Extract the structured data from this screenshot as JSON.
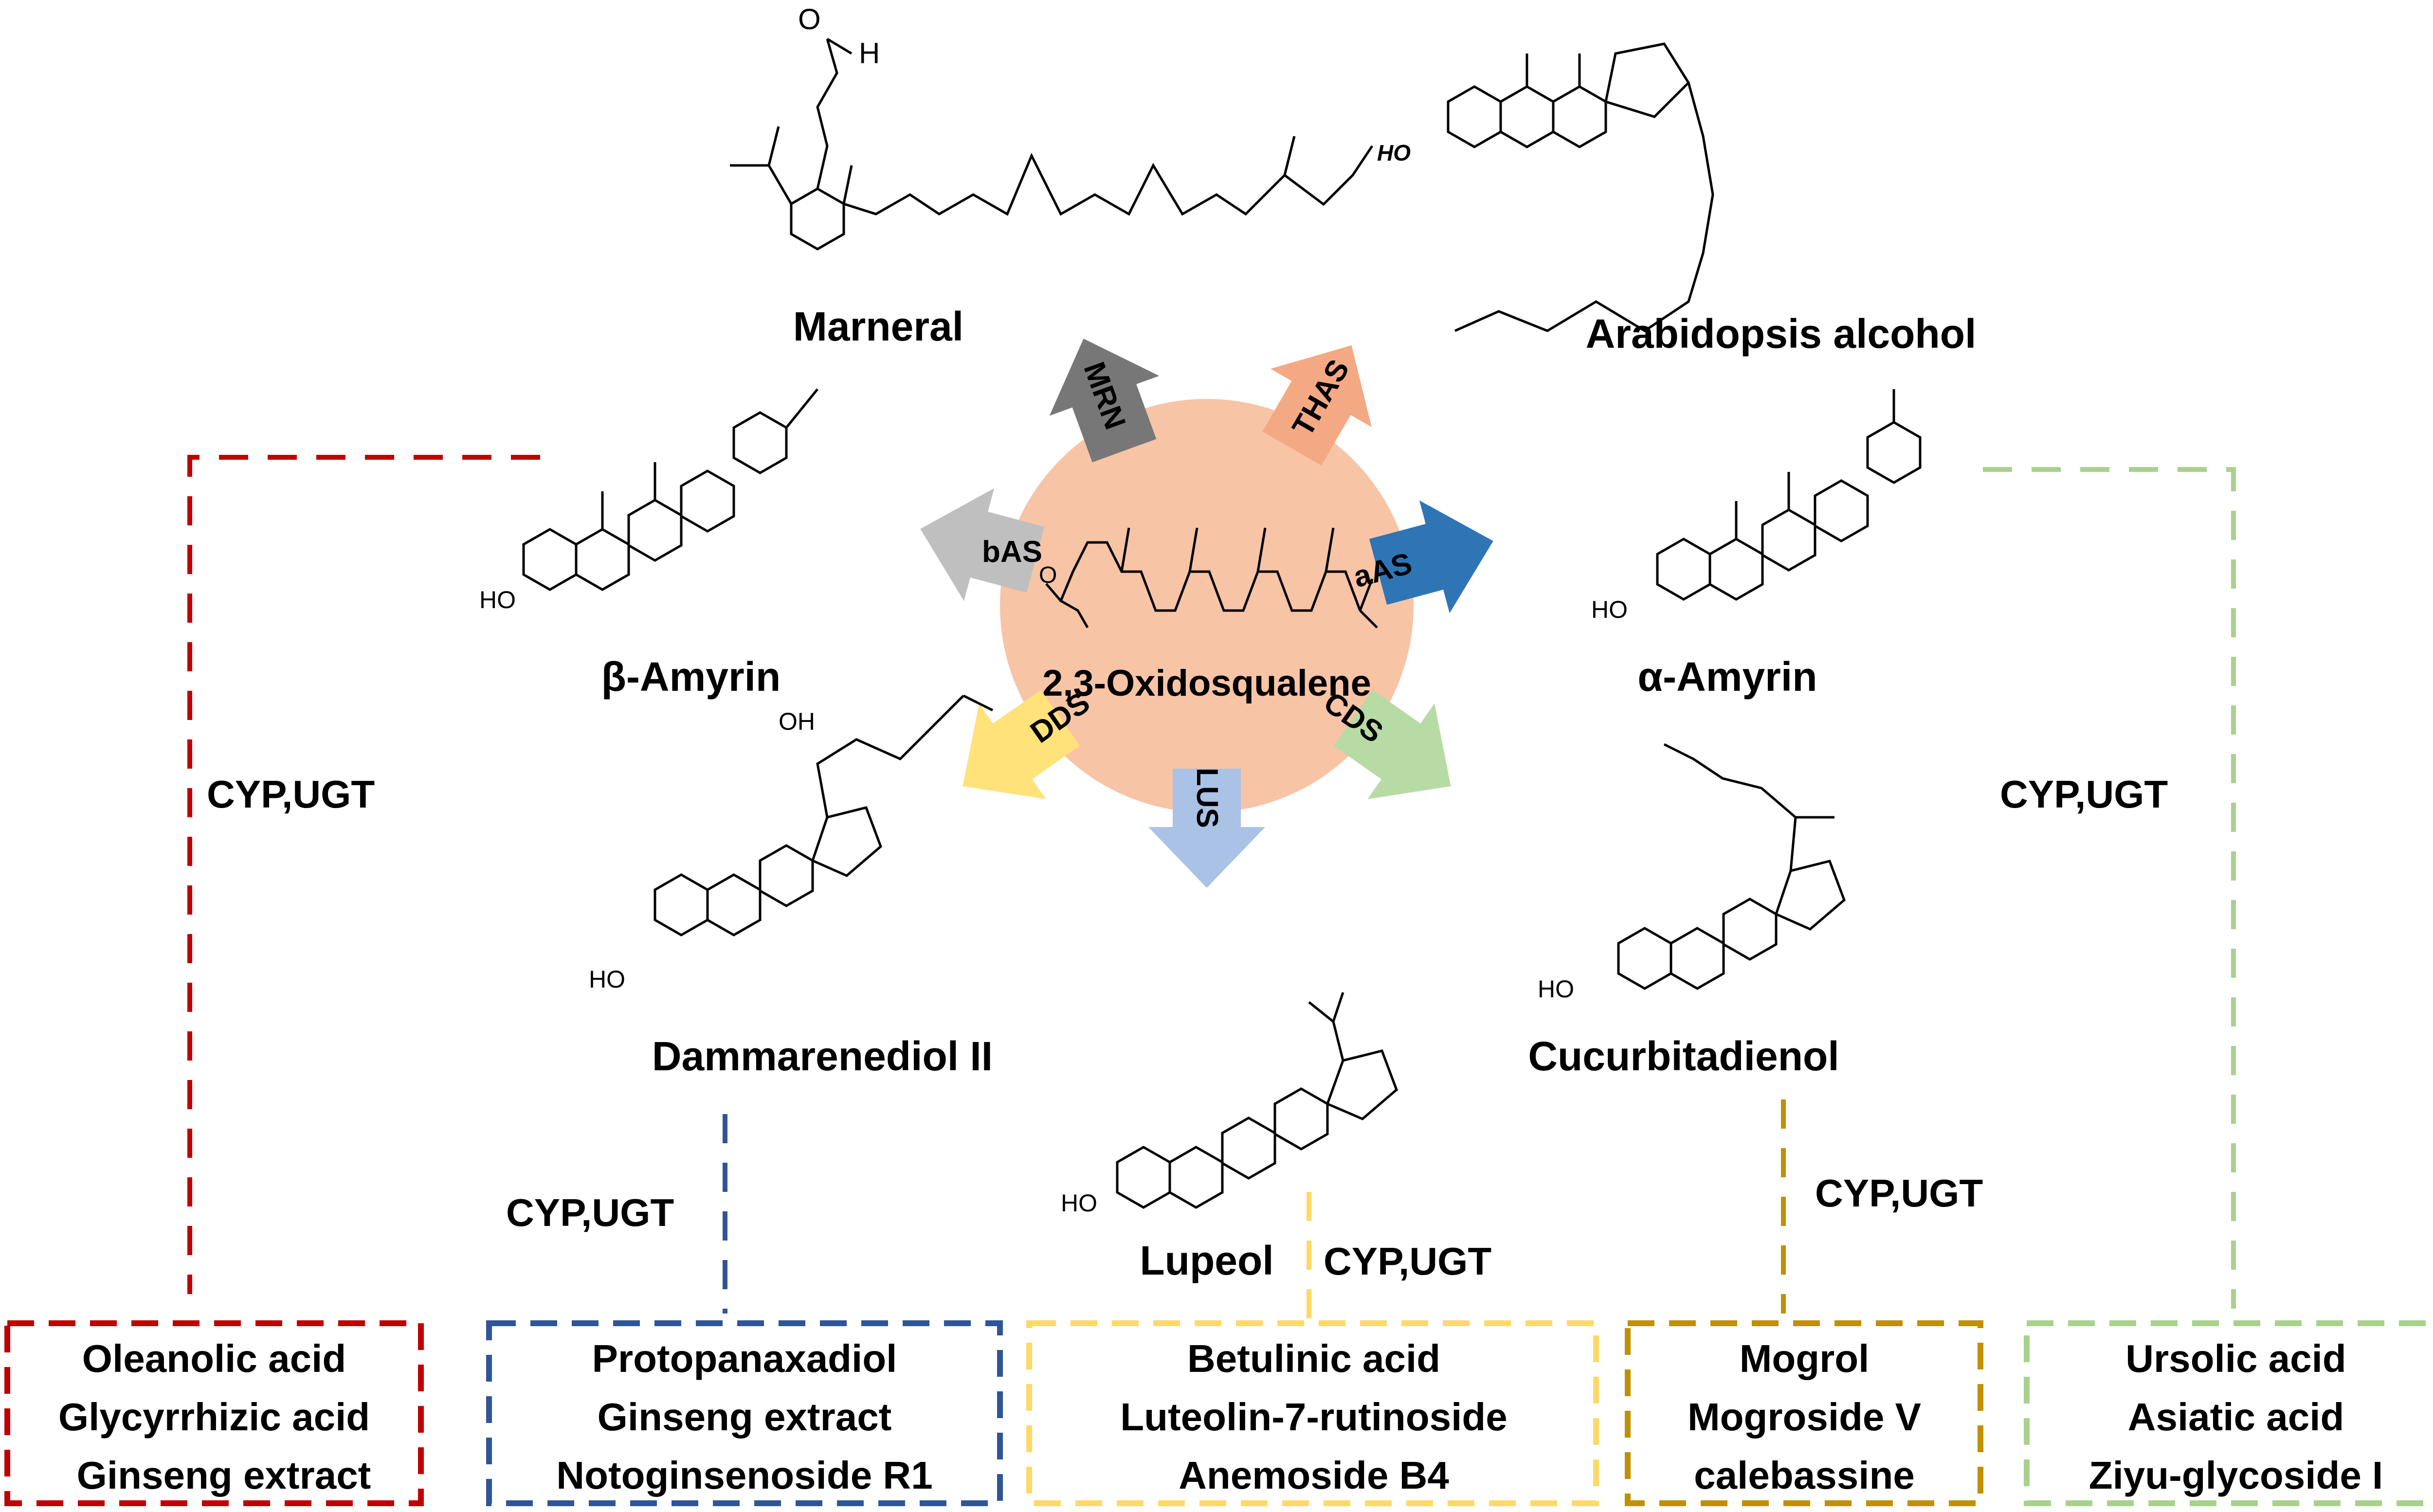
{
  "center": {
    "label": "2,3-Oxidosqualene",
    "color": "#f7c4a6"
  },
  "enzymes": [
    {
      "id": "mrn",
      "label": "MRN",
      "color": "#777777"
    },
    {
      "id": "thas",
      "label": "THAS",
      "color": "#f4a985"
    },
    {
      "id": "bas",
      "label": "bAS",
      "color": "#bfbfbf"
    },
    {
      "id": "aas",
      "label": "aAS",
      "color": "#2e75b6"
    },
    {
      "id": "dds",
      "label": "DDS",
      "color": "#ffe27a"
    },
    {
      "id": "cds",
      "label": "CDS",
      "color": "#b7dba4"
    },
    {
      "id": "lus",
      "label": "LUS",
      "color": "#a9c2e6"
    }
  ],
  "compounds": {
    "marneral": "Marneral",
    "arabidopsis_alcohol": "Arabidopsis alcohol",
    "beta_amyrin": "β-Amyrin",
    "alpha_amyrin": "α-Amyrin",
    "dammarenediol": "Dammarenediol II",
    "cucurbitadienol": "Cucurbitadienol",
    "lupeol": "Lupeol"
  },
  "atoms": {
    "ho": "HO",
    "oh": "OH",
    "o": "O",
    "h": "H"
  },
  "cyp_label": "CYP,UGT",
  "product_boxes": [
    {
      "id": "red",
      "color": "#c00000",
      "items": [
        "Oleanolic acid",
        "Glycyrrhizic acid",
        "Ginseng extract"
      ]
    },
    {
      "id": "blue",
      "color": "#2f5597",
      "items": [
        "Protopanaxadiol",
        "Ginseng extract",
        "Notoginsenoside R1"
      ]
    },
    {
      "id": "yellow",
      "color": "#ffd966",
      "items": [
        "Betulinic acid",
        "Luteolin-7-rutinoside",
        "Anemoside B4"
      ]
    },
    {
      "id": "gold",
      "color": "#bf9000",
      "items": [
        "Mogrol",
        "Mogroside V",
        "calebassine"
      ]
    },
    {
      "id": "green",
      "color": "#a9d18e",
      "items": [
        "Ursolic acid",
        "Asiatic acid",
        "Ziyu-glycoside I"
      ]
    }
  ]
}
